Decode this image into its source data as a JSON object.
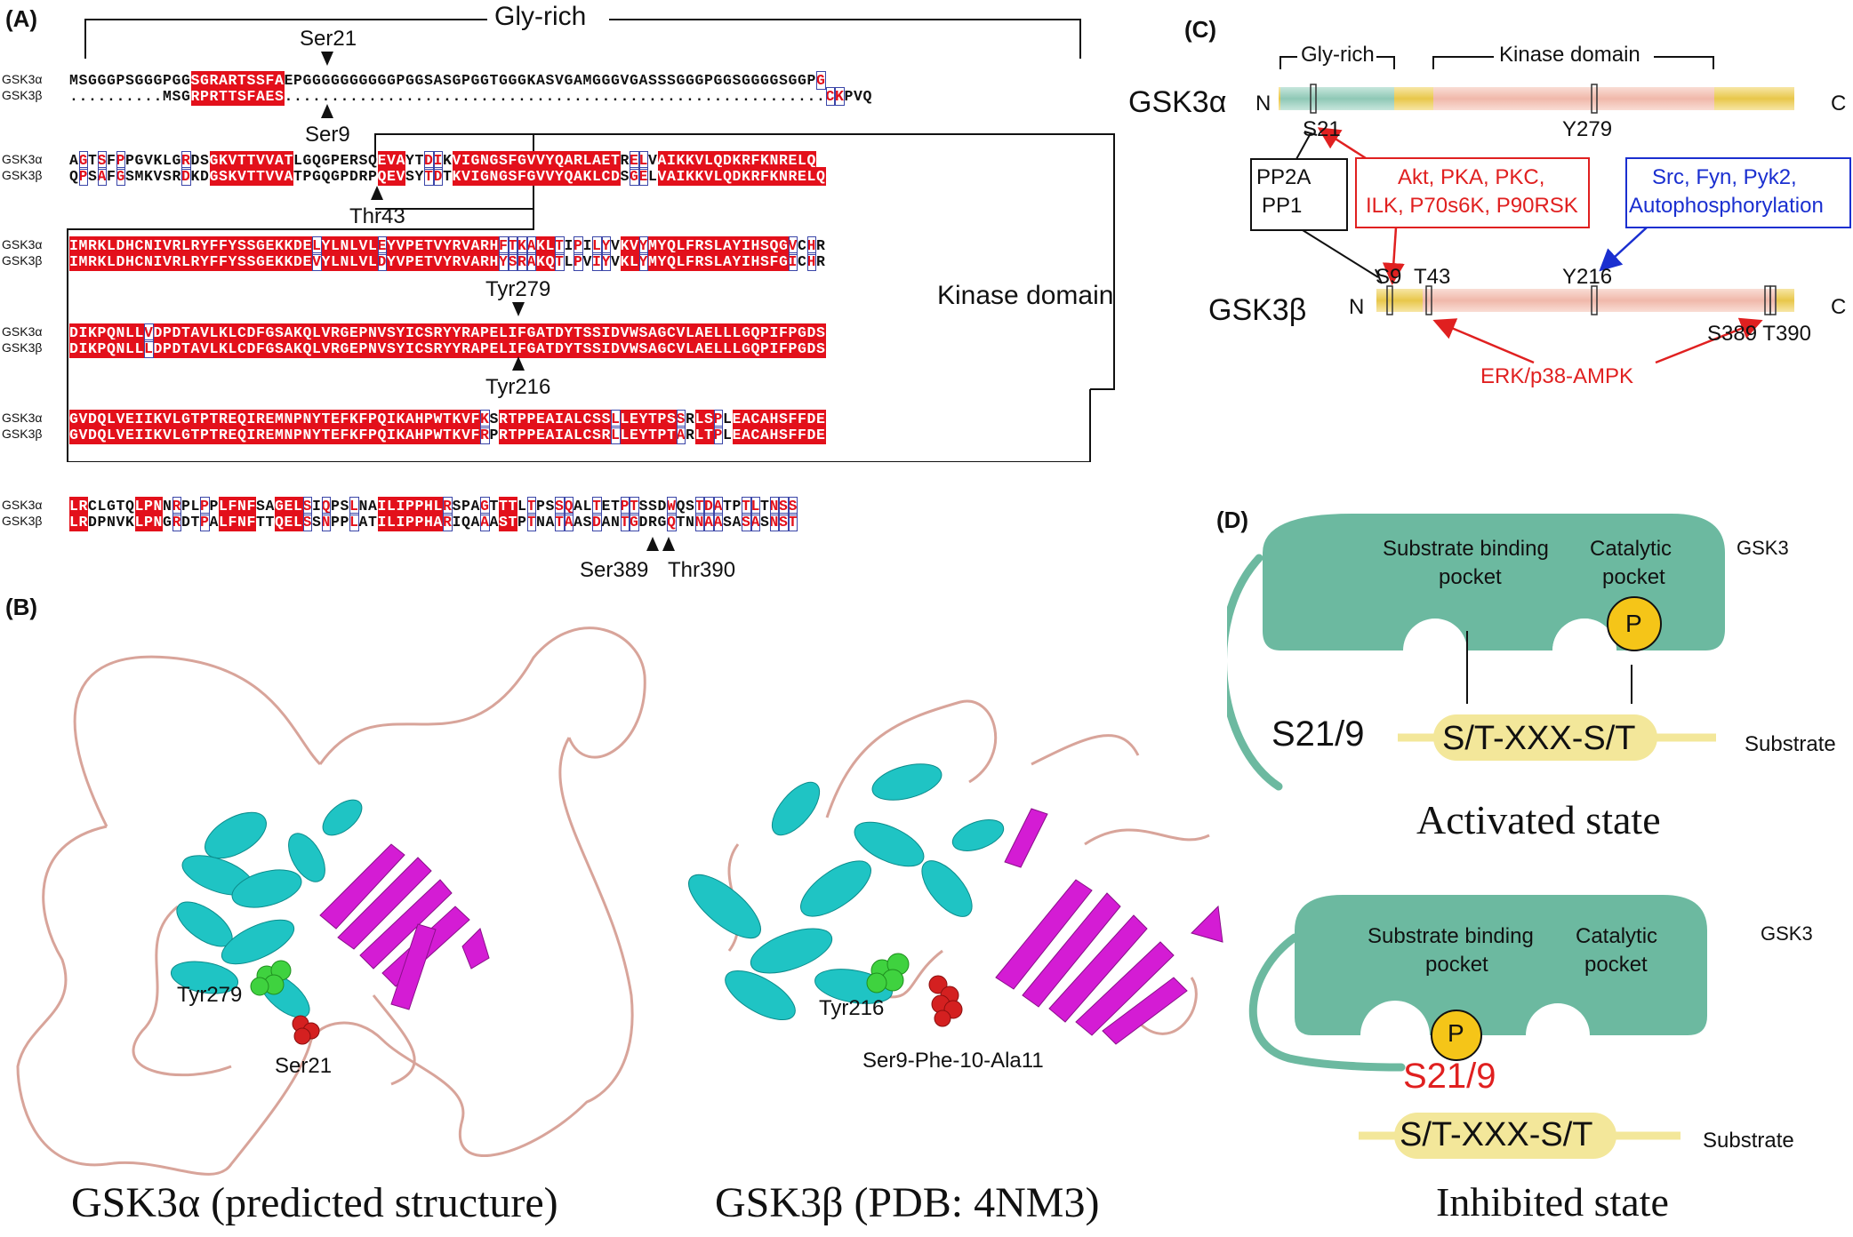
{
  "panels": {
    "a": "(A)",
    "b": "(B)",
    "c": "(C)",
    "d": "(D)"
  },
  "alignment": {
    "gly_rich_label": "Gly-rich",
    "kinase_domain_label": "Kinase domain",
    "name_alpha": "GSK3α",
    "name_beta": "GSK3β",
    "blocks": [
      {
        "a": "MSGGGPSGGGPGGSGRARTSSFAEPGGGGGGGGGGPGGSASGPGGTGGGKASVGAMGGGVGASSSGGGPGGSGGGGSGGPG",
        "b": "..........MSGRPRTTSFAES..........................................................CKPVQ",
        "am": ".............rrrrrrrrrr.........................................................s.",
        "bm": ".............rrrrrrrrrr..........................................................ss."
      },
      {
        "a": "AGTSFPPGVKLGRDSGKVTTVVATLGQGPERSQEVAYTDIKVIGNGSFGVVYQARLAETRELVAIKKVLQDKRFKNRELQ",
        "b": "QPSAFGSMKVSRDKDGSKVTTVVATPGQGPDRPQEVSYTDTKVIGNGSFGVVYQAKLCDSGELVAIKKVLQDKRFKNRELQ",
        "am": ".s.s.s......s..rrrrrrrrr.........rrr..ss.rrrrrrrrrrrrrrrrrr.ss.rrrrrrrrrrrrrrrrrrrr",
        "bm": ".s.s.s......s..rrrrrrrrr.........rrr..ss.rrrrrrrrrrrrrrrrrr.ss.rrrrrrrrrrrrrrrrrrrr"
      },
      {
        "a": "IMRKLDHCNIVRLRYFFYSSGEKKDELYLNLVLEYVPETVYRVARHFTKAKLTIPILYVKVYMYQLFRSLAYIHSQGVCHR",
        "b": "IMRKLDHCNIVRLRYFFYSSGEKKDEVYLNLVLDYVPETVYRVARHYSRAKQTLPVIYVKLYMYQLFRSLAYIHSFGICHR",
        "am": "rrrrrrrrrrrrrrrrrrrrrrrrrrsrrrrrrsrrrrrrrrrrrrssssrrs.s.ss.rrsrrrrrrrrrrrrrrrs.s.rr",
        "bm": "rrrrrrrrrrrrrrrrrrrrrrrrrrsrrrrrrsrrrrrrrrrrrrssssrrs.s.ss.rrsrrrrrrrrrrrrrrrs.s.rr"
      },
      {
        "a": "DIKPQNLLVDPDTAVLKLCDFGSAKQLVRGEPNVSYICSRYYRAPELIFGATDYTSSIDVWSAGCVLAELLLGQPIFPGDS",
        "b": "DIKPQNLLLDPDTAVLKLCDFGSAKQLVRGEPNVSYICSRYYRAPELIFGATDYTSSIDVWSAGCVLAELLLGQPIFPGDS",
        "am": "rrrrrrrrsrrrrrrrrrrrrrrrrrrrrrrrrrrrrrrrrrrrrrrrrrrrrrrrrrrrrrrrrrrrrrrrrrrrrrrrrr",
        "bm": "rrrrrrrrsrrrrrrrrrrrrrrrrrrrrrrrrrrrrrrrrrrrrrrrrrrrrrrrrrrrrrrrrrrrrrrrrrrrrrrrrr"
      },
      {
        "a": "GVDQLVEIIKVLGTPTREQIREMNPNYTEFKFPQIKAHPWTKVFKSRTPPEAIALCSSLLEYTPSSRLSPLEACAHSFFDE",
        "b": "GVDQLVEIIKVLGTPTREQIREMNPNYTEFKFPQIKAHPWTKVFRPRTPPEAIALCSRLLEYTPTARLTPLEACAHSFFDE",
        "am": "rrrrrrrrrrrrrrrrrrrrrrrrrrrrrrrrrrrrrrrrrrrrs.rrrrrrrrrrrrsrrrrrrs.rrs.rrrrrrrrrrrrr",
        "bm": "rrrrrrrrrrrrrrrrrrrrrrrrrrrrrrrrrrrrrrrrrrrrs.rrrrrrrrrrrrsrrrrrrs.rrs.rrrrrrrrrrrrr"
      },
      {
        "a": "LRCLGTQLPNNRPLPPLFNFSAGELSIQPSLNAILIPPHLRSPAGTTTLTPSSQALTETPTSSDWQSTDATPTLTNSS",
        "b": "LRDPNVKLPNGRDTPALFNFTTQELSSNPPLATILIPPHARIQAAASTPTNATAASDANTGDRGQTNNAASASASNST",
        "am": "rr.....rrr.s..s.rrrr..rrrs.s..s..rrrrrrrs...s.rr.s..ss..s..ss...s..sss..ss.sss",
        "bm": "rr.....rrr.s..s.rrrr..rrrs.s..s..rrrrrrrs...s.rr.s..ss..s..ss...s..sss..ss.sss"
      }
    ],
    "markers": {
      "ser21": "Ser21",
      "ser9": "Ser9",
      "thr43": "Thr43",
      "tyr279": "Tyr279",
      "tyr216": "Tyr216",
      "ser389": "Ser389",
      "thr390": "Thr390"
    }
  },
  "structures": {
    "alpha_caption": "GSK3α (predicted structure)",
    "beta_caption": "GSK3β (PDB: 4NM3)",
    "alpha_tyr": "Tyr279",
    "alpha_ser": "Ser21",
    "beta_tyr": "Tyr216",
    "beta_ser": "Ser9-Phe-10-Ala11"
  },
  "domain_map": {
    "gly_rich": "Gly-rich",
    "kinase_domain": "Kinase domain",
    "gsk3a": "GSK3α",
    "gsk3b": "GSK3β",
    "n": "N",
    "c": "C",
    "s21": "S21",
    "y279": "Y279",
    "pp2a": "PP2A",
    "pp1": "PP1",
    "akt_line1": "Akt, PKA, PKC,",
    "akt_line2": "ILK, P70s6K, P90RSK",
    "src_line1": "Src, Fyn, Pyk2,",
    "src_line2": "Autophosphorylation",
    "s9": "S9",
    "t43": "T43",
    "y216": "Y216",
    "s389_t390": "S389 T390",
    "erk": "ERK/p38-AMPK",
    "colors": {
      "gly": "#9ed3c4",
      "kinase": "#f3c3b8",
      "backbone": "#f2d679",
      "red": "#e02020",
      "blue": "#1a2fd0"
    }
  },
  "states": {
    "gsk3": "GSK3",
    "substrate_pocket_1": "Substrate binding",
    "substrate_pocket_2": "pocket",
    "catalytic_1": "Catalytic",
    "catalytic_2": "pocket",
    "p": "P",
    "motif": "S/T-XXX-S/T",
    "substrate": "Substrate",
    "s21_9": "S21/9",
    "activated": "Activated state",
    "inhibited": "Inhibited state",
    "colors": {
      "enzyme": "#6cb9a0",
      "motif": "#f3e79a",
      "phospho": "#f5c518"
    }
  }
}
